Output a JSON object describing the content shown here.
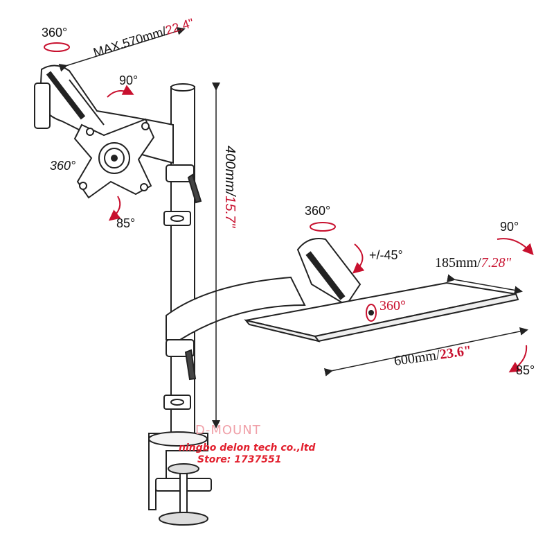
{
  "labels": {
    "reach": {
      "prefix": "MAX.570mm/",
      "suffix": "22.4\""
    },
    "height": {
      "prefix": "400mm/",
      "suffix": "15.7\""
    },
    "tray_depth": {
      "prefix": "185mm/",
      "suffix": "7.28\""
    },
    "tray_width": {
      "prefix": "600mm/",
      "suffix": "23.6\""
    },
    "rot_top_swivel": "360°",
    "rot_top_arm": "90°",
    "rot_top_vesa": "360°",
    "rot_top_tilt": "85°",
    "rot_lower_swivel": "360°",
    "rot_lower_tilt": "+/-45°",
    "rot_tray_swivel": "360°",
    "rot_tray_rotate": "90°",
    "rot_tray_tilt": "85°"
  },
  "watermark": {
    "brand": "D-MOUNT",
    "company": "ningbo delon tech co.,ltd",
    "store": "Store: 1737551"
  },
  "colors": {
    "accent_red": "#c8102e",
    "line": "#222222",
    "watermark_red": "#e2202e"
  }
}
